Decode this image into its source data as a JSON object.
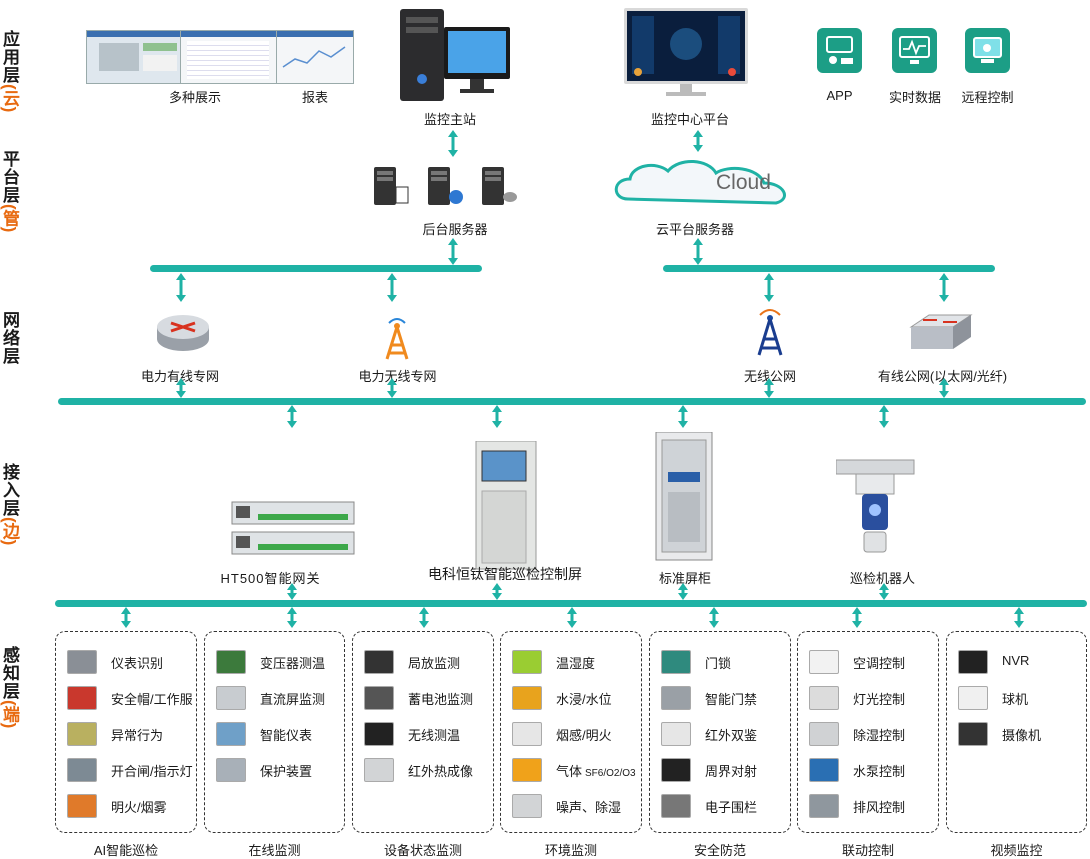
{
  "layers": {
    "app": {
      "name": "应用层",
      "tag": "(云)"
    },
    "platform": {
      "name": "平台层",
      "tag": "(管)"
    },
    "network": {
      "name": "网络层",
      "tag": ""
    },
    "access": {
      "name": "接入层",
      "tag": "(边)"
    },
    "perception": {
      "name": "感知层",
      "tag": "(端)"
    }
  },
  "app_row": {
    "multi_display": "多种展示",
    "report": "报表",
    "monitor_host": "监控主站",
    "monitor_center": "监控中心平台",
    "app": "APP",
    "realtime": "实时数据",
    "remote": "远程控制"
  },
  "platform_row": {
    "backend_server": "后台服务器",
    "cloud_word": "Cloud",
    "cloud_server": "云平台服务器"
  },
  "network_row": {
    "wired_private": "电力有线专网",
    "wireless_private": "电力无线专网",
    "wireless_public": "无线公网",
    "wired_public": "有线公网(以太网/光纤)"
  },
  "access_row": {
    "gateway": "HT500智能网关",
    "control_screen": "电科恒钛智能巡检控制屏",
    "cabinet": "标准屏柜",
    "robot": "巡检机器人"
  },
  "groups": [
    {
      "title": "AI智能巡检",
      "items": [
        "仪表识别",
        "安全帽/工作服",
        "异常行为",
        "开合闸/指示灯",
        "明火/烟雾"
      ]
    },
    {
      "title": "在线监测",
      "items": [
        "变压器测温",
        "直流屏监测",
        "智能仪表",
        "保护装置"
      ]
    },
    {
      "title": "设备状态监测",
      "items": [
        "局放监测",
        "蓄电池监测",
        "无线测温",
        "红外热成像"
      ]
    },
    {
      "title": "环境监测",
      "items": [
        "温湿度",
        "水浸/水位",
        "烟感/明火",
        "气体",
        "噪声、除湿"
      ]
    },
    {
      "title": "安全防范",
      "items": [
        "门锁",
        "智能门禁",
        "红外双鉴",
        "周界对射",
        "电子围栏"
      ]
    },
    {
      "title": "联动控制",
      "items": [
        "空调控制",
        "灯光控制",
        "除湿控制",
        "水泵控制",
        "排风控制"
      ]
    },
    {
      "title": "视频监控",
      "items": [
        "NVR",
        "球机",
        "摄像机"
      ]
    }
  ],
  "gas_suffix": "SF6/O2/O3",
  "colors": {
    "bus": "#1fb2a5",
    "accent": "#e86a10"
  }
}
